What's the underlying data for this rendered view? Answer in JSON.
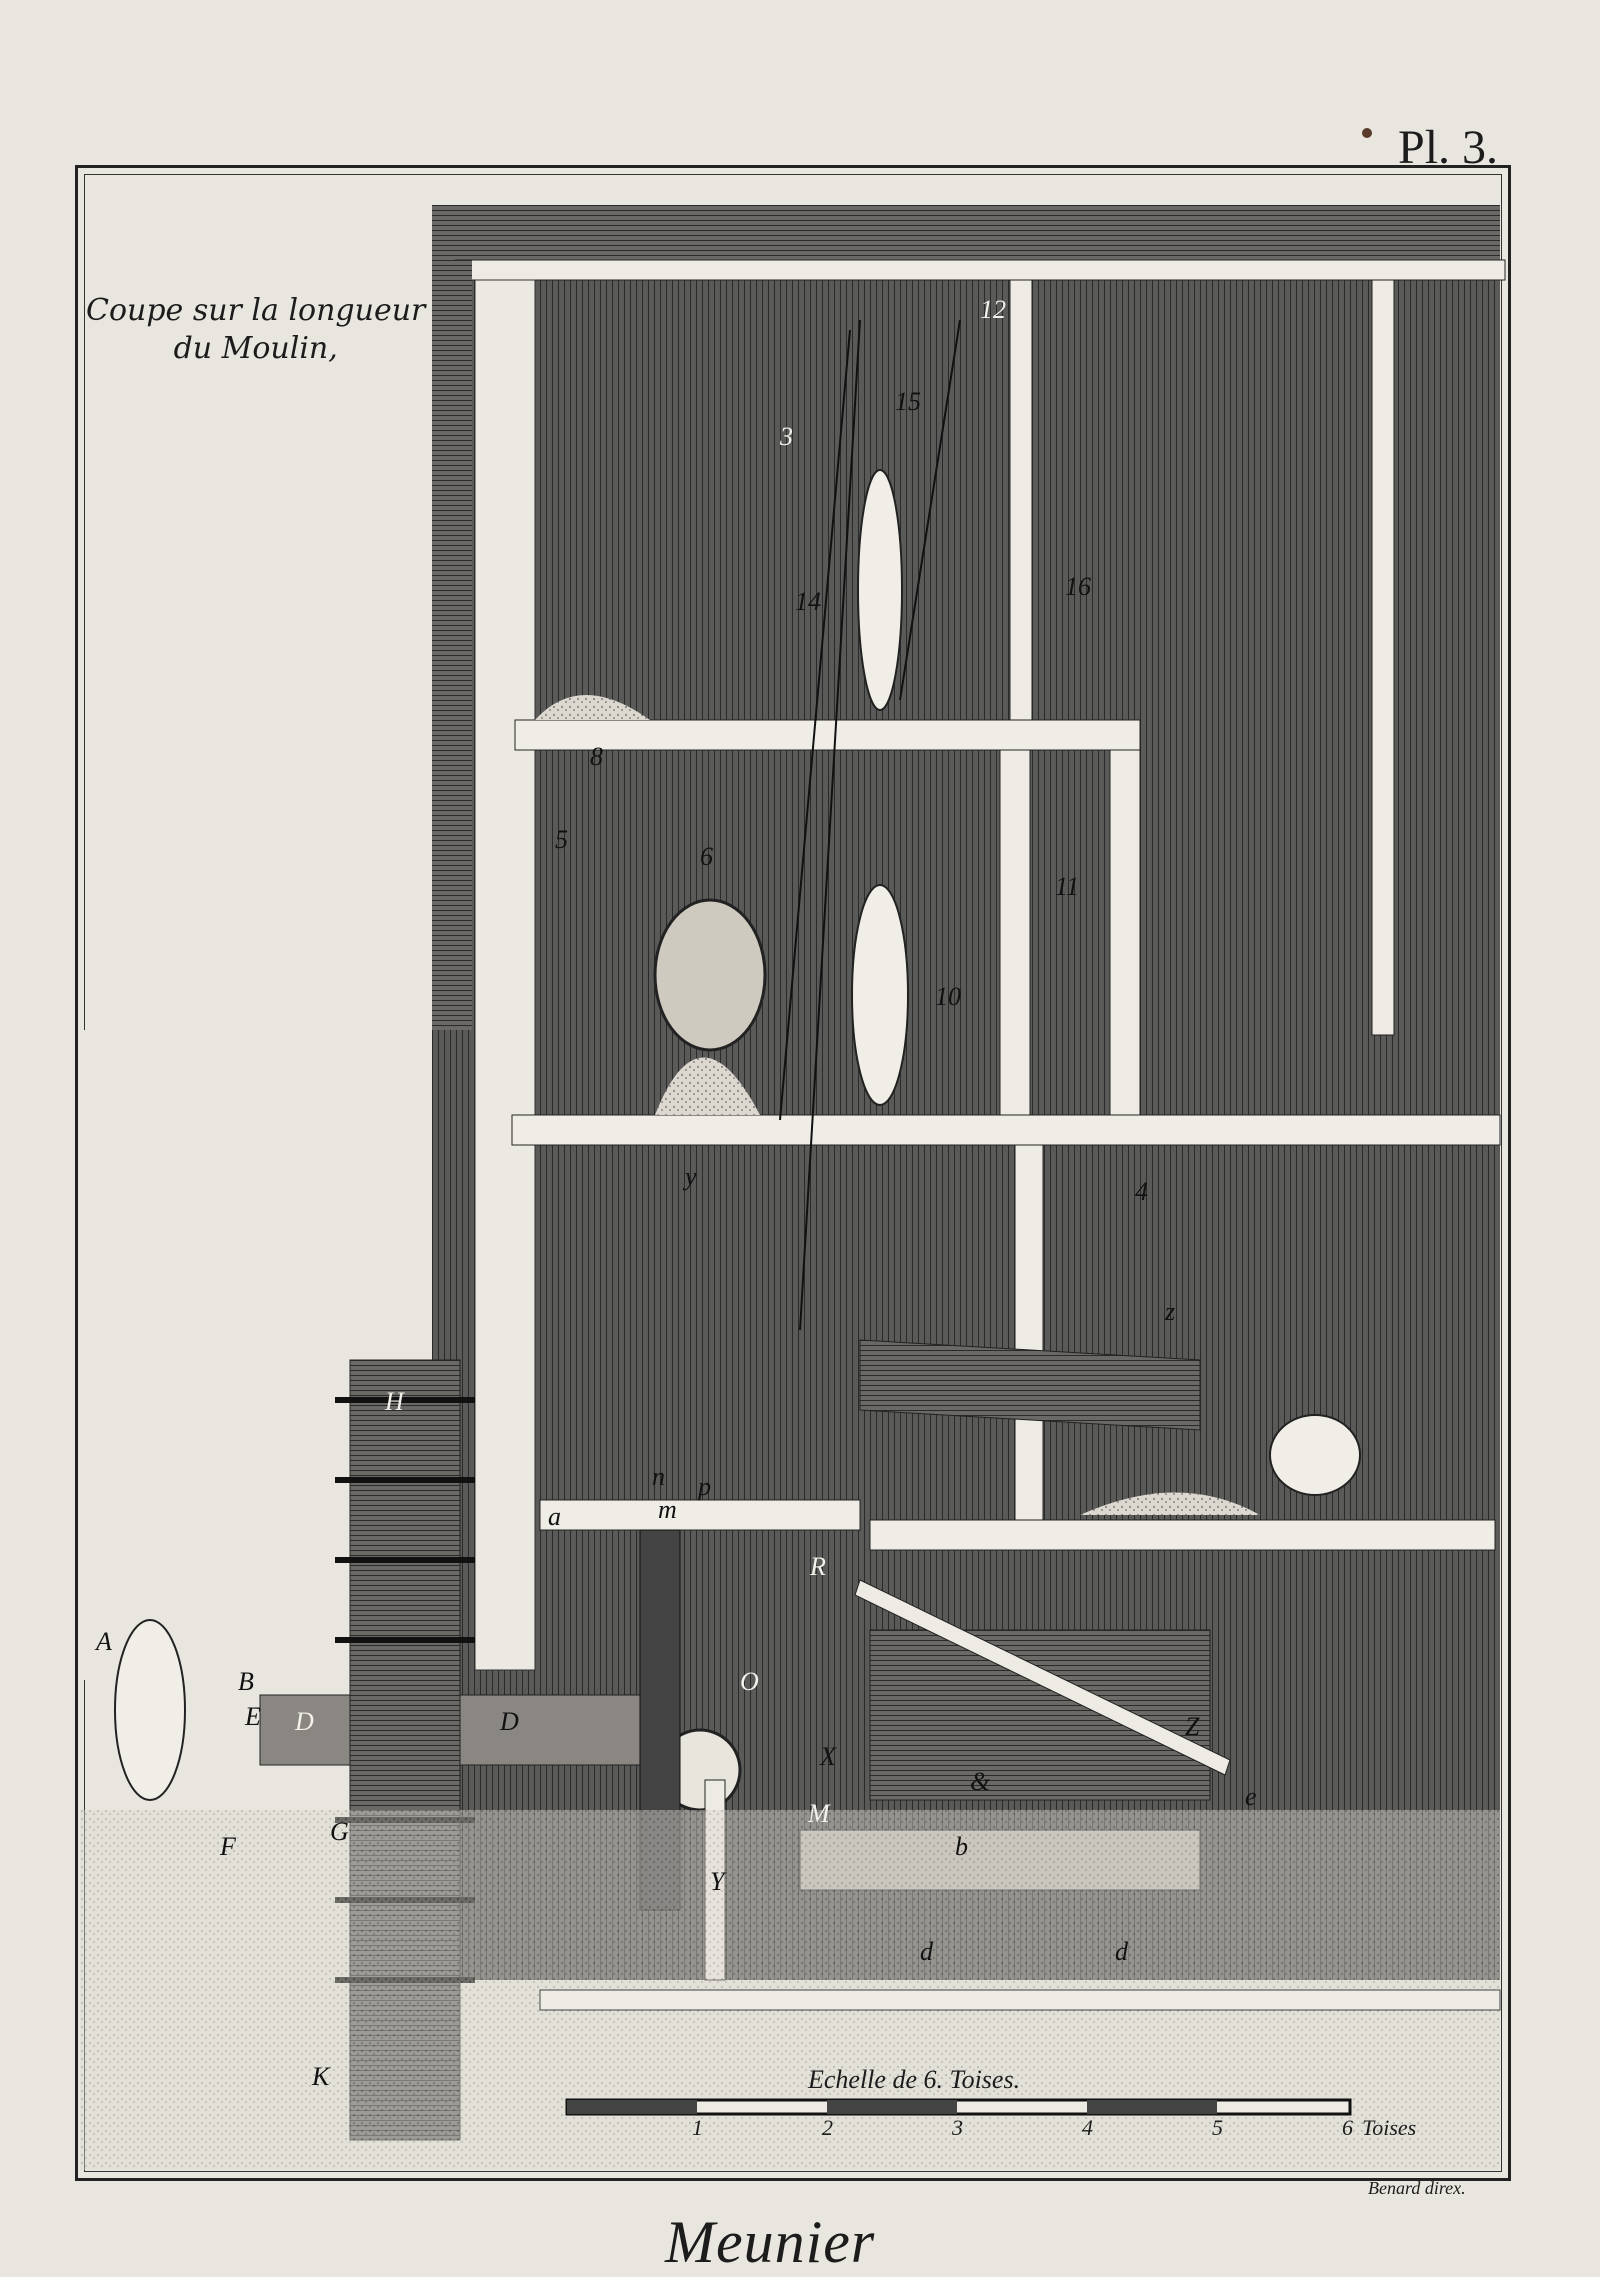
{
  "plate": {
    "number": "Pl. 3.",
    "caption_line1": "Coupe sur la longueur",
    "caption_line2": "du Moulin,",
    "title": "Meunier",
    "signature": "Benard direx."
  },
  "scale_bar": {
    "title": "Echelle de 6. Toises.",
    "ticks": [
      "1",
      "2",
      "3",
      "4",
      "5",
      "6"
    ],
    "unit": "Toises"
  },
  "labels": {
    "A": "A",
    "B": "B",
    "E": "E",
    "D1": "D",
    "D2": "D",
    "F": "F",
    "G": "G",
    "H": "H",
    "K": "K",
    "Y": "Y",
    "M": "M",
    "Z": "Z",
    "amp": "&",
    "e": "e",
    "b": "b",
    "d1": "d",
    "d2": "d",
    "R": "R",
    "O": "O",
    "X": "X",
    "m": "m",
    "n": "n",
    "p": "p",
    "a": "a",
    "y": "y",
    "z": "z",
    "n3": "3",
    "n4": "4",
    "n5": "5",
    "n6": "6",
    "n8": "8",
    "n10": "10",
    "n11": "11",
    "n12": "12",
    "n14": "14",
    "n15": "15",
    "n16": "16"
  },
  "colors": {
    "paper": "#e9e6df",
    "ink": "#1c1c1c",
    "hatch": "#3b3b3b"
  }
}
